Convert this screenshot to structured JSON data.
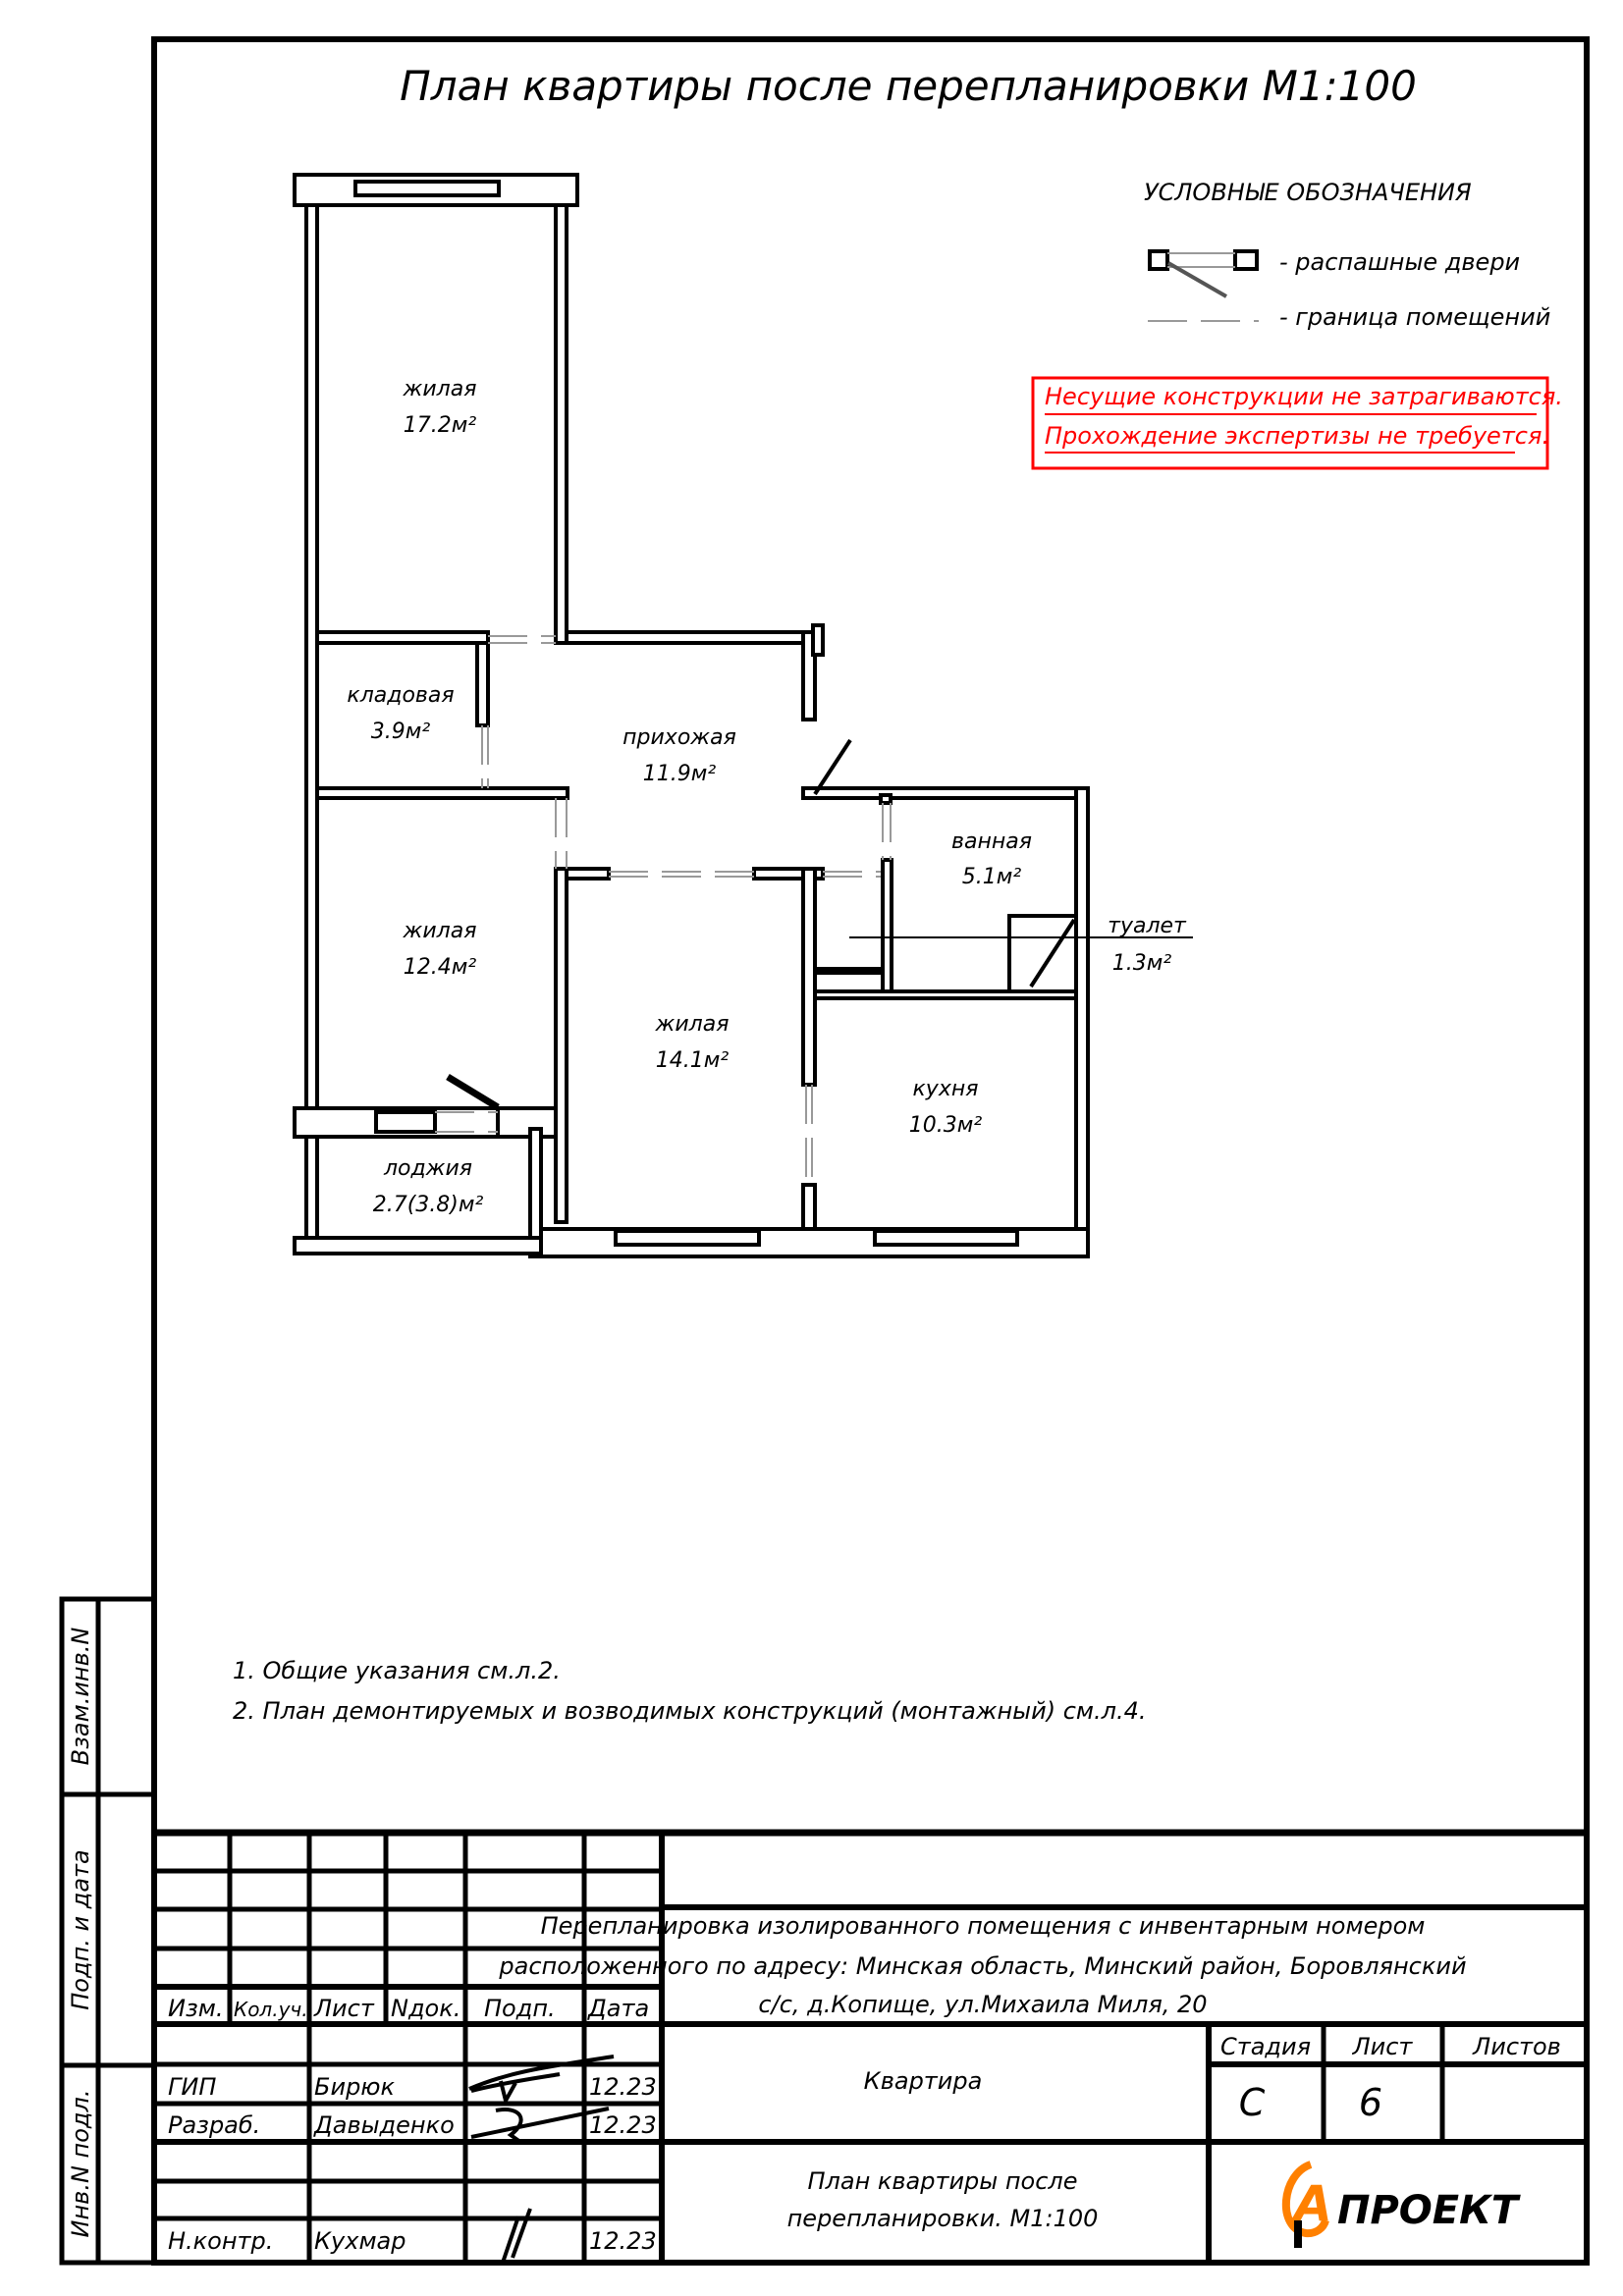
{
  "title": "План квартиры после перепланировки М1:100",
  "legend": {
    "heading": "УСЛОВНЫЕ ОБОЗНАЧЕНИЯ",
    "items": [
      {
        "icon": "swing-door-icon",
        "label": "- распашные двери"
      },
      {
        "icon": "room-boundary-icon",
        "label": "- граница помещений"
      }
    ]
  },
  "warning": {
    "color": "#ff0000",
    "lines": [
      "Несущие конструкции не затрагиваются.",
      "Прохождение экспертизы не требуется."
    ]
  },
  "rooms": [
    {
      "name": "жилая",
      "area": "17.2м²"
    },
    {
      "name": "кладовая",
      "area": "3.9м²"
    },
    {
      "name": "прихожая",
      "area": "11.9м²"
    },
    {
      "name": "ванная",
      "area": "5.1м²"
    },
    {
      "name": "туалет",
      "area": "1.3м²"
    },
    {
      "name": "жилая",
      "area": "12.4м²"
    },
    {
      "name": "жилая",
      "area": "14.1м²"
    },
    {
      "name": "кухня",
      "area": "10.3м²"
    },
    {
      "name": "лоджия",
      "area": "2.7(3.8)м²"
    }
  ],
  "notes": [
    "1.  Общие указания см.л.2.",
    "2.  План демонтируемых и возводимых конструкций (монтажный) см.л.4."
  ],
  "side_strip": [
    "Взам.инв.N",
    "Подп. и дата",
    "Инв.N подл."
  ],
  "title_block": {
    "headers": [
      "Изм.",
      "Кол.уч.",
      "Лист",
      "Nдок.",
      "Подп.",
      "Дата"
    ],
    "signers": [
      {
        "role": "ГИП",
        "name": "Бирюк",
        "date": "12.23"
      },
      {
        "role": "Разраб.",
        "name": "Давыденко",
        "date": "12.23"
      },
      {
        "role": "Н.контр.",
        "name": "Кухмар",
        "date": "12.23"
      }
    ],
    "project_lines": [
      "Перепланировка изолированного помещения с инвентарным номером",
      "расположенного по адресу: Минская область, Минский район, Боровлянский",
      "с/с, д.Копище, ул.Михаила Миля, 20"
    ],
    "object": "Квартира",
    "stage_label": "Стадия",
    "sheet_label": "Лист",
    "sheets_label": "Листов",
    "stage": "С",
    "sheet": "6",
    "sheets": "",
    "drawing_title_lines": [
      "План квартиры после",
      "перепланировки. М1:100"
    ],
    "logo_text": "ПРОЕКТ",
    "logo_letter": "А",
    "logo_color": "#ff8000"
  }
}
